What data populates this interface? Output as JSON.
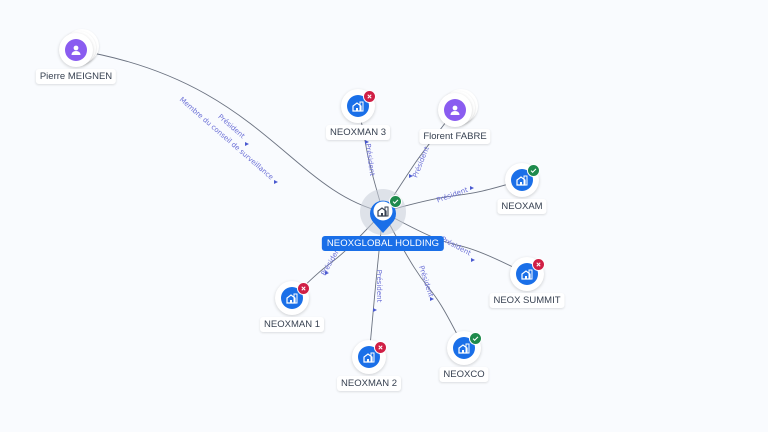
{
  "graph": {
    "center": {
      "id": "neoxglobal",
      "label": "NEOXGLOBAL HOLDING",
      "type": "company",
      "status": "active"
    },
    "nodes": [
      {
        "id": "pierre",
        "label": "Pierre MEIGNEN",
        "type": "person",
        "stacked": true,
        "status": null
      },
      {
        "id": "neoxman3",
        "label": "NEOXMAN 3",
        "type": "company",
        "stacked": false,
        "status": "closed"
      },
      {
        "id": "florent",
        "label": "Florent FABRE",
        "type": "person",
        "stacked": true,
        "status": null
      },
      {
        "id": "neoxam",
        "label": "NEOXAM",
        "type": "company",
        "stacked": false,
        "status": "active"
      },
      {
        "id": "neoxsummit",
        "label": "NEOX SUMMIT",
        "type": "company",
        "stacked": false,
        "status": "closed"
      },
      {
        "id": "neoxco",
        "label": "NEOXCO",
        "type": "company",
        "stacked": false,
        "status": "active"
      },
      {
        "id": "neoxman2",
        "label": "NEOXMAN 2",
        "type": "company",
        "stacked": false,
        "status": "closed"
      },
      {
        "id": "neoxman1",
        "label": "NEOXMAN 1",
        "type": "company",
        "stacked": false,
        "status": "closed"
      }
    ],
    "edges": [
      {
        "from": "pierre",
        "to": "neoxglobal",
        "labels": [
          "Président",
          "Membre du conseil de surveillance"
        ]
      },
      {
        "from": "neoxglobal",
        "to": "neoxman3",
        "labels": [
          "Président"
        ]
      },
      {
        "from": "florent",
        "to": "neoxglobal",
        "labels": [
          "Président"
        ]
      },
      {
        "from": "neoxglobal",
        "to": "neoxam",
        "labels": [
          "Président"
        ]
      },
      {
        "from": "neoxglobal",
        "to": "neoxsummit",
        "labels": [
          "Président"
        ]
      },
      {
        "from": "neoxglobal",
        "to": "neoxco",
        "labels": [
          "Président"
        ]
      },
      {
        "from": "neoxglobal",
        "to": "neoxman2",
        "labels": [
          "Président"
        ]
      },
      {
        "from": "neoxglobal",
        "to": "neoxman1",
        "labels": [
          "Président"
        ]
      }
    ]
  },
  "colors": {
    "background": "#f9fbfe",
    "company": "#1a6fe8",
    "person": "#8a5cf0",
    "active_badge": "#1e8a4c",
    "closed_badge": "#d01f45",
    "edge_label": "#6b6fd6"
  },
  "icons": {
    "company": "building-icon",
    "person": "user-icon",
    "active": "check-icon",
    "closed": "close-icon"
  }
}
